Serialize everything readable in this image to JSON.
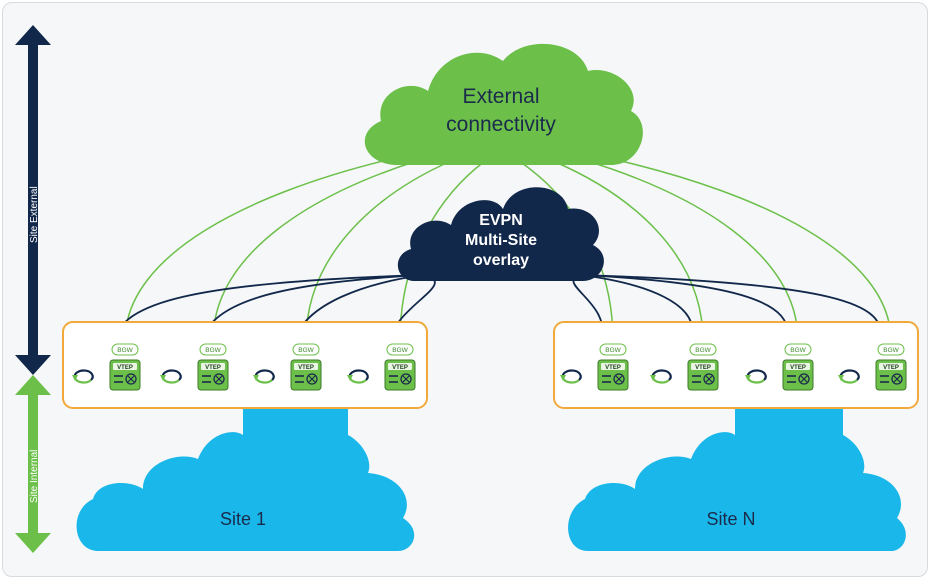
{
  "axis": {
    "external_label": "Site External",
    "internal_label": "Site Internal"
  },
  "clouds": {
    "external": {
      "line1": "External",
      "line2": "connectivity"
    },
    "overlay": {
      "line1": "EVPN",
      "line2": "Multi-Site",
      "line3": "overlay"
    },
    "site1": "Site 1",
    "siteN": "Site N"
  },
  "node": {
    "bgw_label": "BGW",
    "vtep_label": "VTEP"
  },
  "colors": {
    "navy": "#12284b",
    "green": "#6cc04a",
    "cyan": "#1ab7ea",
    "orange": "#f2a93b"
  }
}
